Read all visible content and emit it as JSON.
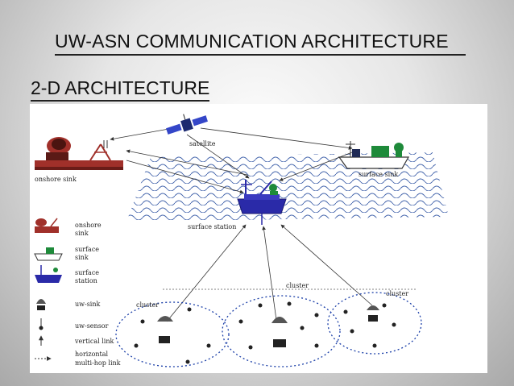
{
  "slide": {
    "title": "UW-ASN COMMUNICATION ARCHITECTURE",
    "subtitle": "2-D ARCHITECTURE"
  },
  "diagram": {
    "labels": {
      "satellite": "satellite",
      "onshore_sink": "onshore sink",
      "surface_sink": "surface sink",
      "surface_station": "surface station",
      "cluster_left": "cluster",
      "cluster_middle": "cluster",
      "cluster_right": "cluster"
    },
    "legend": {
      "onshore_sink": [
        "onshore",
        "sink"
      ],
      "surface_sink": [
        "surface",
        "sink"
      ],
      "surface_station": [
        "surface",
        "station"
      ],
      "uw_sink": "uw-sink",
      "uw_sensor": "uw-sensor",
      "vertical_link": "vertical link",
      "horizontal_link": [
        "horizontal",
        "multi-hop link"
      ]
    },
    "colors": {
      "onshore": "#a0302a",
      "station": "#2a2aa8",
      "satellite": "#3446c8",
      "waves": "#2a4fa0",
      "green": "#1e8a3a",
      "cluster_ring": "#1b3fa8"
    }
  }
}
